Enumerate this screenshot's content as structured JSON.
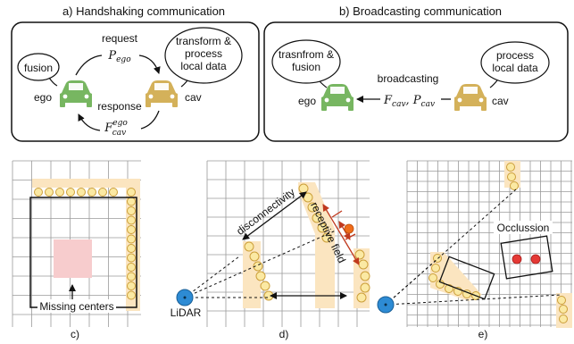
{
  "panel_a": {
    "title": "a) Handshaking communication",
    "request_label": "request",
    "request_var": "P",
    "request_sub": "ego",
    "response_label": "response",
    "response_var": "F",
    "response_sub": "cav",
    "response_sup": "ego",
    "fusion_bubble": "fusion",
    "process_bubble_lines": [
      "transform &",
      "process",
      "local data"
    ],
    "ego_label": "ego",
    "cav_label": "cav"
  },
  "panel_b": {
    "title": "b) Broadcasting communication",
    "transform_bubble_lines": [
      "trasnfrom &",
      "fusion"
    ],
    "process_bubble_lines": [
      "process",
      "local data"
    ],
    "broadcast_label": "broadcasting",
    "f_var": "F",
    "f_sub": "cav",
    "p_var": "P",
    "p_sub": "cav",
    "ego_label": "ego",
    "cav_label": "cav"
  },
  "panel_c": {
    "caption": "c)",
    "missing_label": "Missing centers"
  },
  "panel_d": {
    "caption": "d)",
    "lidar_label": "LiDAR",
    "disconnect_label": "disconnectivity",
    "receptive_label": "receptive field"
  },
  "panel_e": {
    "caption": "e)",
    "occlusion_label": "Occlussion"
  },
  "colors": {
    "car_green": "#77b661",
    "car_gold": "#d4b15a",
    "point_fill": "#fbe9a3",
    "point_stroke": "#cc9f3a",
    "highlight_band": "#fbe5c0",
    "missing_fill": "#f7cccd",
    "lidar_blue": "#2d8bd4",
    "receptive_red": "#c0391e",
    "occlusion_red": "#e53935",
    "orange_dot": "#ef6c1a"
  }
}
